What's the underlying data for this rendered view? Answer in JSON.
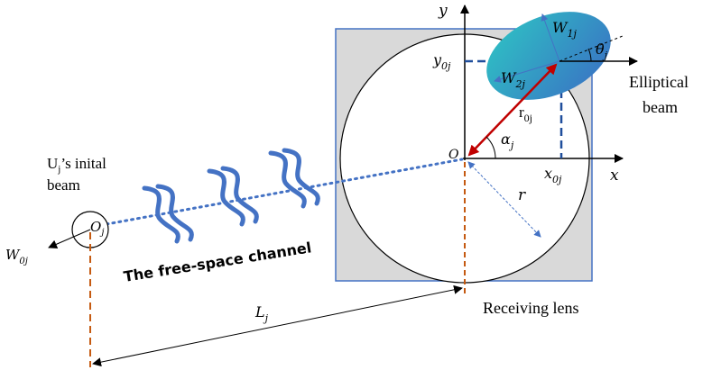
{
  "labels": {
    "y_axis": "y",
    "x_axis": "x",
    "origin": "O",
    "y0": {
      "base": "y",
      "sub": "0j"
    },
    "x0": {
      "base": "x",
      "sub": "0j"
    },
    "r0": {
      "base": "r",
      "sub": "0j"
    },
    "alpha": {
      "base": "α",
      "sub": "j"
    },
    "theta": {
      "base": "θ",
      "sub": "j"
    },
    "w1": {
      "base": "W",
      "sub": "1j"
    },
    "w2": {
      "base": "W",
      "sub": "2j"
    },
    "r": "r",
    "elliptical_line1": "Elliptical",
    "elliptical_line2": "beam",
    "initial_line1": {
      "base": "U",
      "sub": "j",
      "rest": "’s inital"
    },
    "initial_line2": "beam",
    "oj": {
      "base": "O",
      "sub": "j"
    },
    "w0": {
      "base": "W",
      "sub": "0j"
    },
    "channel": "The free-space channel",
    "distance": {
      "base": "L",
      "sub": "j"
    },
    "receiving_lens": "Receiving lens"
  },
  "colors": {
    "lens_fill": "#d9d9d9",
    "lens_border": "#4472c4",
    "beam_blue": "#4472c4",
    "red_arrow": "#c00000",
    "orange_dash": "#c55a11",
    "ellipse_start": "#2ec4c4",
    "ellipse_end": "#3a6fc4"
  }
}
